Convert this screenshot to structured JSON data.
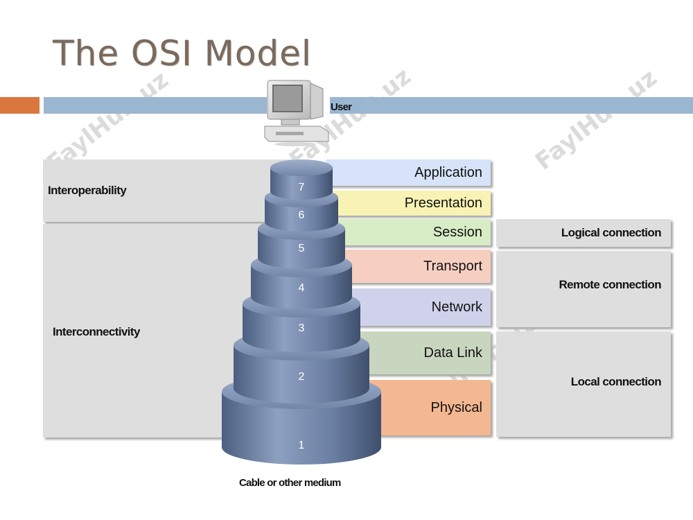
{
  "title": "The OSI Model",
  "user_label": "User",
  "medium_label": "Cable or other medium",
  "left_groups": {
    "interoperability": "Interoperability",
    "interconnectivity": "Interconnectivity"
  },
  "layers": [
    {
      "number": "7",
      "name": "Application",
      "color": "#d6e3f8"
    },
    {
      "number": "6",
      "name": "Presentation",
      "color": "#f8f3b4"
    },
    {
      "number": "5",
      "name": "Session",
      "color": "#d8ecc6"
    },
    {
      "number": "4",
      "name": "Transport",
      "color": "#f6cfc0"
    },
    {
      "number": "3",
      "name": "Network",
      "color": "#d0d2ec"
    },
    {
      "number": "2",
      "name": "Data Link",
      "color": "#c9d6bf"
    },
    {
      "number": "1",
      "name": "Physical",
      "color": "#f3b791"
    }
  ],
  "connections": {
    "logical": "Logical connection",
    "remote": "Remote connection",
    "local": "Local connection"
  },
  "watermark": "FaylHub.uz",
  "colors": {
    "accent_orange": "#d9773f",
    "accent_blue": "#9bb6d1",
    "cylinder": "#6d82a6"
  }
}
